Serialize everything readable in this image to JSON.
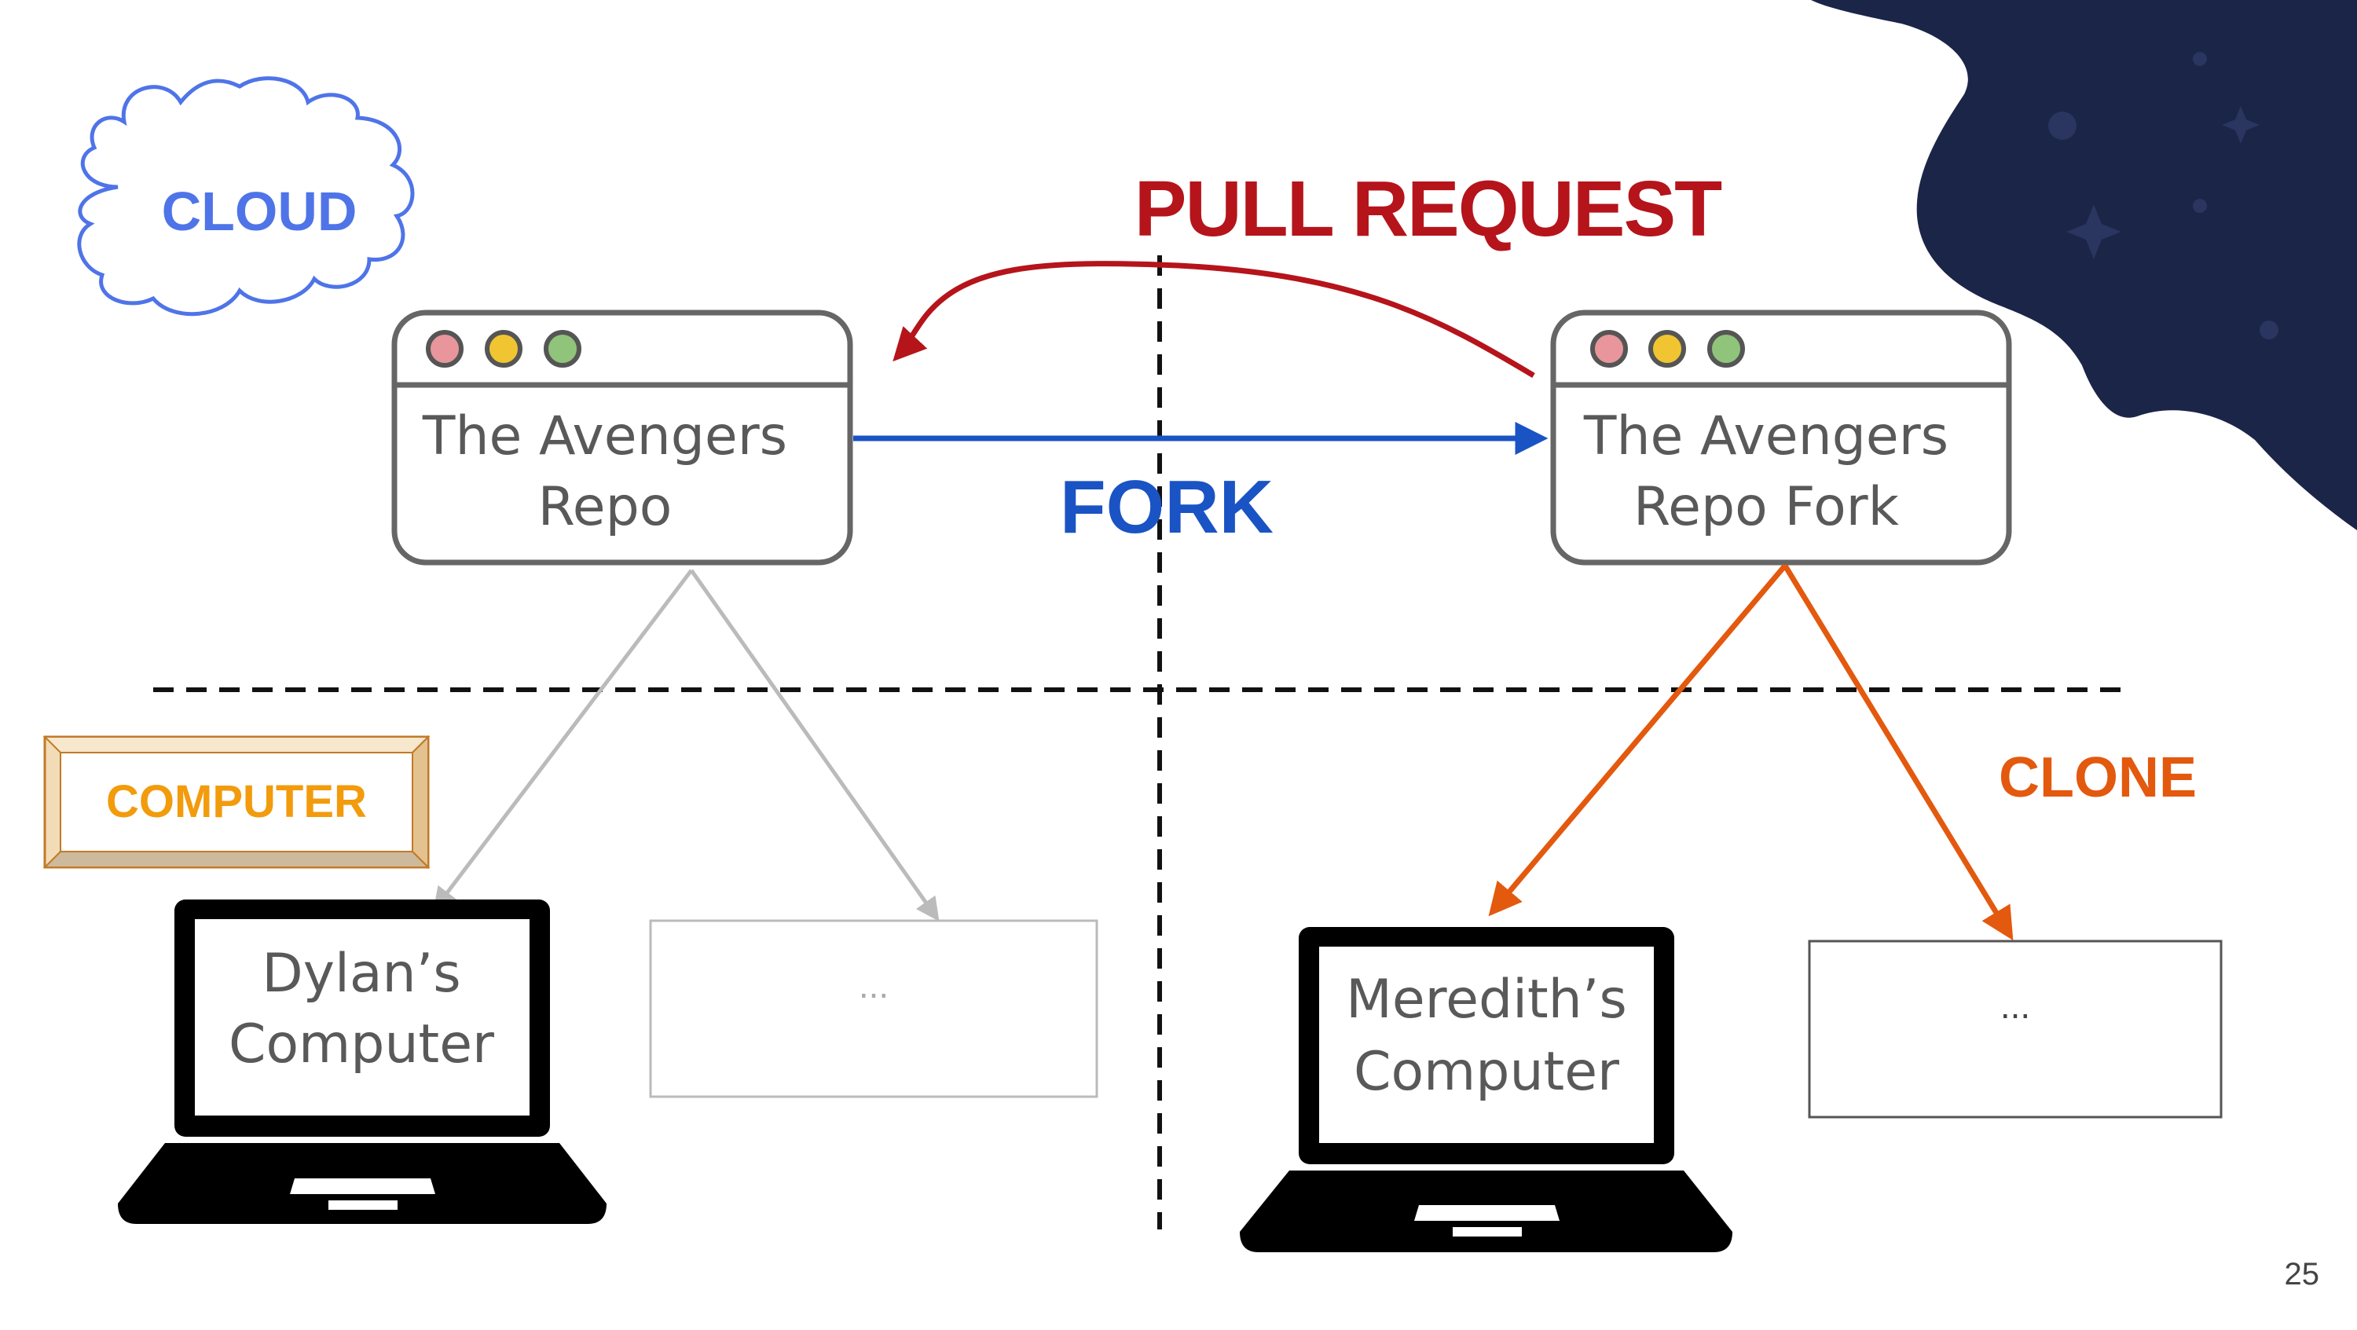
{
  "slide": {
    "page_number": "25"
  },
  "labels": {
    "cloud": "CLOUD",
    "computer": "COMPUTER",
    "pull_request": "PULL REQUEST",
    "fork": "FORK",
    "clone": "CLONE"
  },
  "repos": {
    "original": {
      "line1": "The Avengers",
      "line2": "Repo"
    },
    "fork": {
      "line1": "The Avengers",
      "line2": "Repo Fork"
    }
  },
  "computers": {
    "dylan": {
      "line1": "Dylan’s",
      "line2": "Computer"
    },
    "meredith": {
      "line1": "Meredith’s",
      "line2": "Computer"
    }
  },
  "placeholders": {
    "left": "...",
    "right": "..."
  },
  "colors": {
    "cloud_blue": "#4f74e8",
    "fork_blue": "#1a53c4",
    "pull_request_red": "#b5141b",
    "clone_orange": "#e3590e",
    "computer_orange": "#f29b0c",
    "navy": "#1b2548",
    "window_gray": "#666666",
    "dot_red": "#e8959c",
    "dot_yellow": "#f0c531",
    "dot_green": "#8fc47a"
  }
}
